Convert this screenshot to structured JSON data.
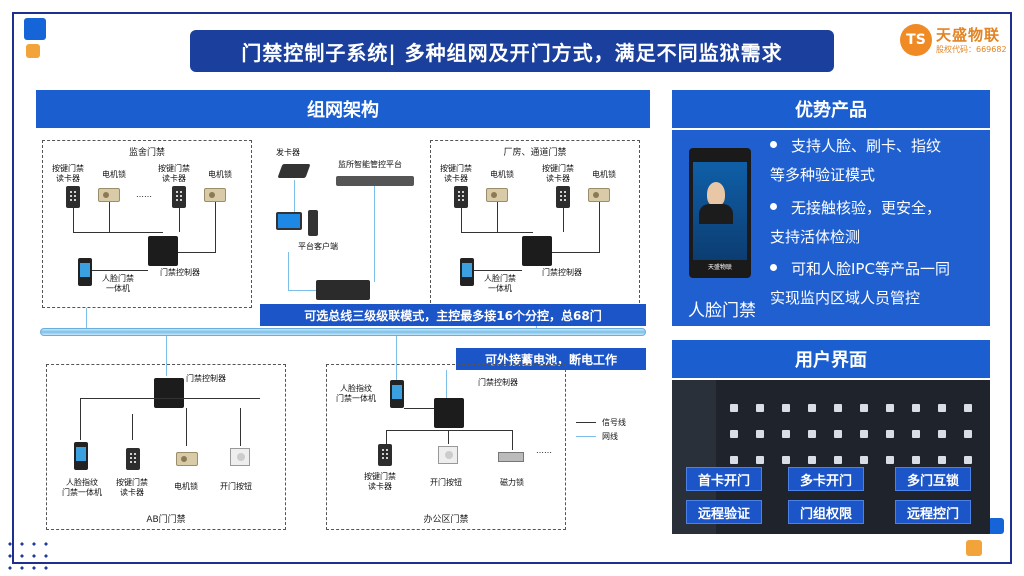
{
  "title": "门禁控制子系统| 多种组网及开门方式，满足不同监狱需求",
  "logo": {
    "mark": "TS",
    "name": "天盛物联",
    "code": "股权代码：669682"
  },
  "network": {
    "header": "组网架构",
    "zones": {
      "cell": "监舍门禁",
      "workshop": "厂房、通道门禁",
      "ab": "AB门门禁",
      "office": "办公区门禁"
    },
    "labels": {
      "keypad_reader": "按键门禁\n读卡器",
      "e_lock": "电机锁",
      "face_terminal": "人脸门禁\n一体机",
      "controller": "门禁控制器",
      "card_issuer": "发卡器",
      "platform": "监所智能管控平台",
      "client": "平台客户端",
      "face_fp_terminal": "人脸指纹\n门禁一体机",
      "fp_terminal": "人脸指纹\n门禁一体机",
      "open_button": "开门按钮",
      "mag_lock": "磁力锁",
      "ellipsis": "……"
    },
    "callouts": {
      "bus": "可选总线三级级联模式，主控最多接16个分控，总68门",
      "battery": "可外接蓄电池，断电工作"
    },
    "legend": {
      "signal": "信号线",
      "network": "网线"
    },
    "colors": {
      "signal": "#333333",
      "network": "#7cc0ea"
    }
  },
  "advantages": {
    "header": "优势产品",
    "bullets": [
      "支持人脸、刷卡、指纹\n等多种验证模式",
      "无接触核验，更安全，\n支持活体检测",
      "可和人脸IPC等产品一同\n实现监内区域人员管控"
    ],
    "caption": "人脸门禁",
    "terminal_brand": "天盛物联"
  },
  "user_ui": {
    "header": "用户界面",
    "features": [
      "首卡开门",
      "多卡开门",
      "多门互锁",
      "远程验证",
      "门组权限",
      "远程控门"
    ]
  },
  "accent": "#1b55c8"
}
